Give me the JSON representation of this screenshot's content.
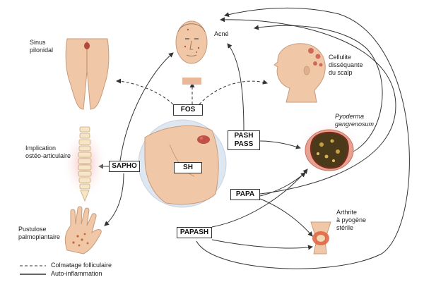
{
  "boxes": {
    "fos": "FOS",
    "pash": "PASH",
    "pass": "PASS",
    "sh": "SH",
    "sapho": "SAPHO",
    "papa": "PAPA",
    "papash": "PAPASH"
  },
  "labels": {
    "sinus_line1": "Sinus",
    "sinus_line2": "pilonidal",
    "acne": "Acné",
    "cellulite_line1": "Cellulite",
    "cellulite_line2": "disséquante",
    "cellulite_line3": "du scalp",
    "pyoderma_line1": "Pyoderma",
    "pyoderma_line2": "gangrenosum",
    "implication_line1": "Implication",
    "implication_line2": "ostéo-articulaire",
    "pustulose_line1": "Pustulose",
    "pustulose_line2": "palmoplantaire",
    "arthrite_line1": "Arthrite",
    "arthrite_line2": "à pyogène",
    "arthrite_line3": "stérile"
  },
  "legend": {
    "dashed": "Colmatage folliculaire",
    "solid": "Auto-inflammation"
  },
  "colors": {
    "skin": "#f0c8a8",
    "line": "#333333",
    "lesion": "#b04a3a"
  }
}
